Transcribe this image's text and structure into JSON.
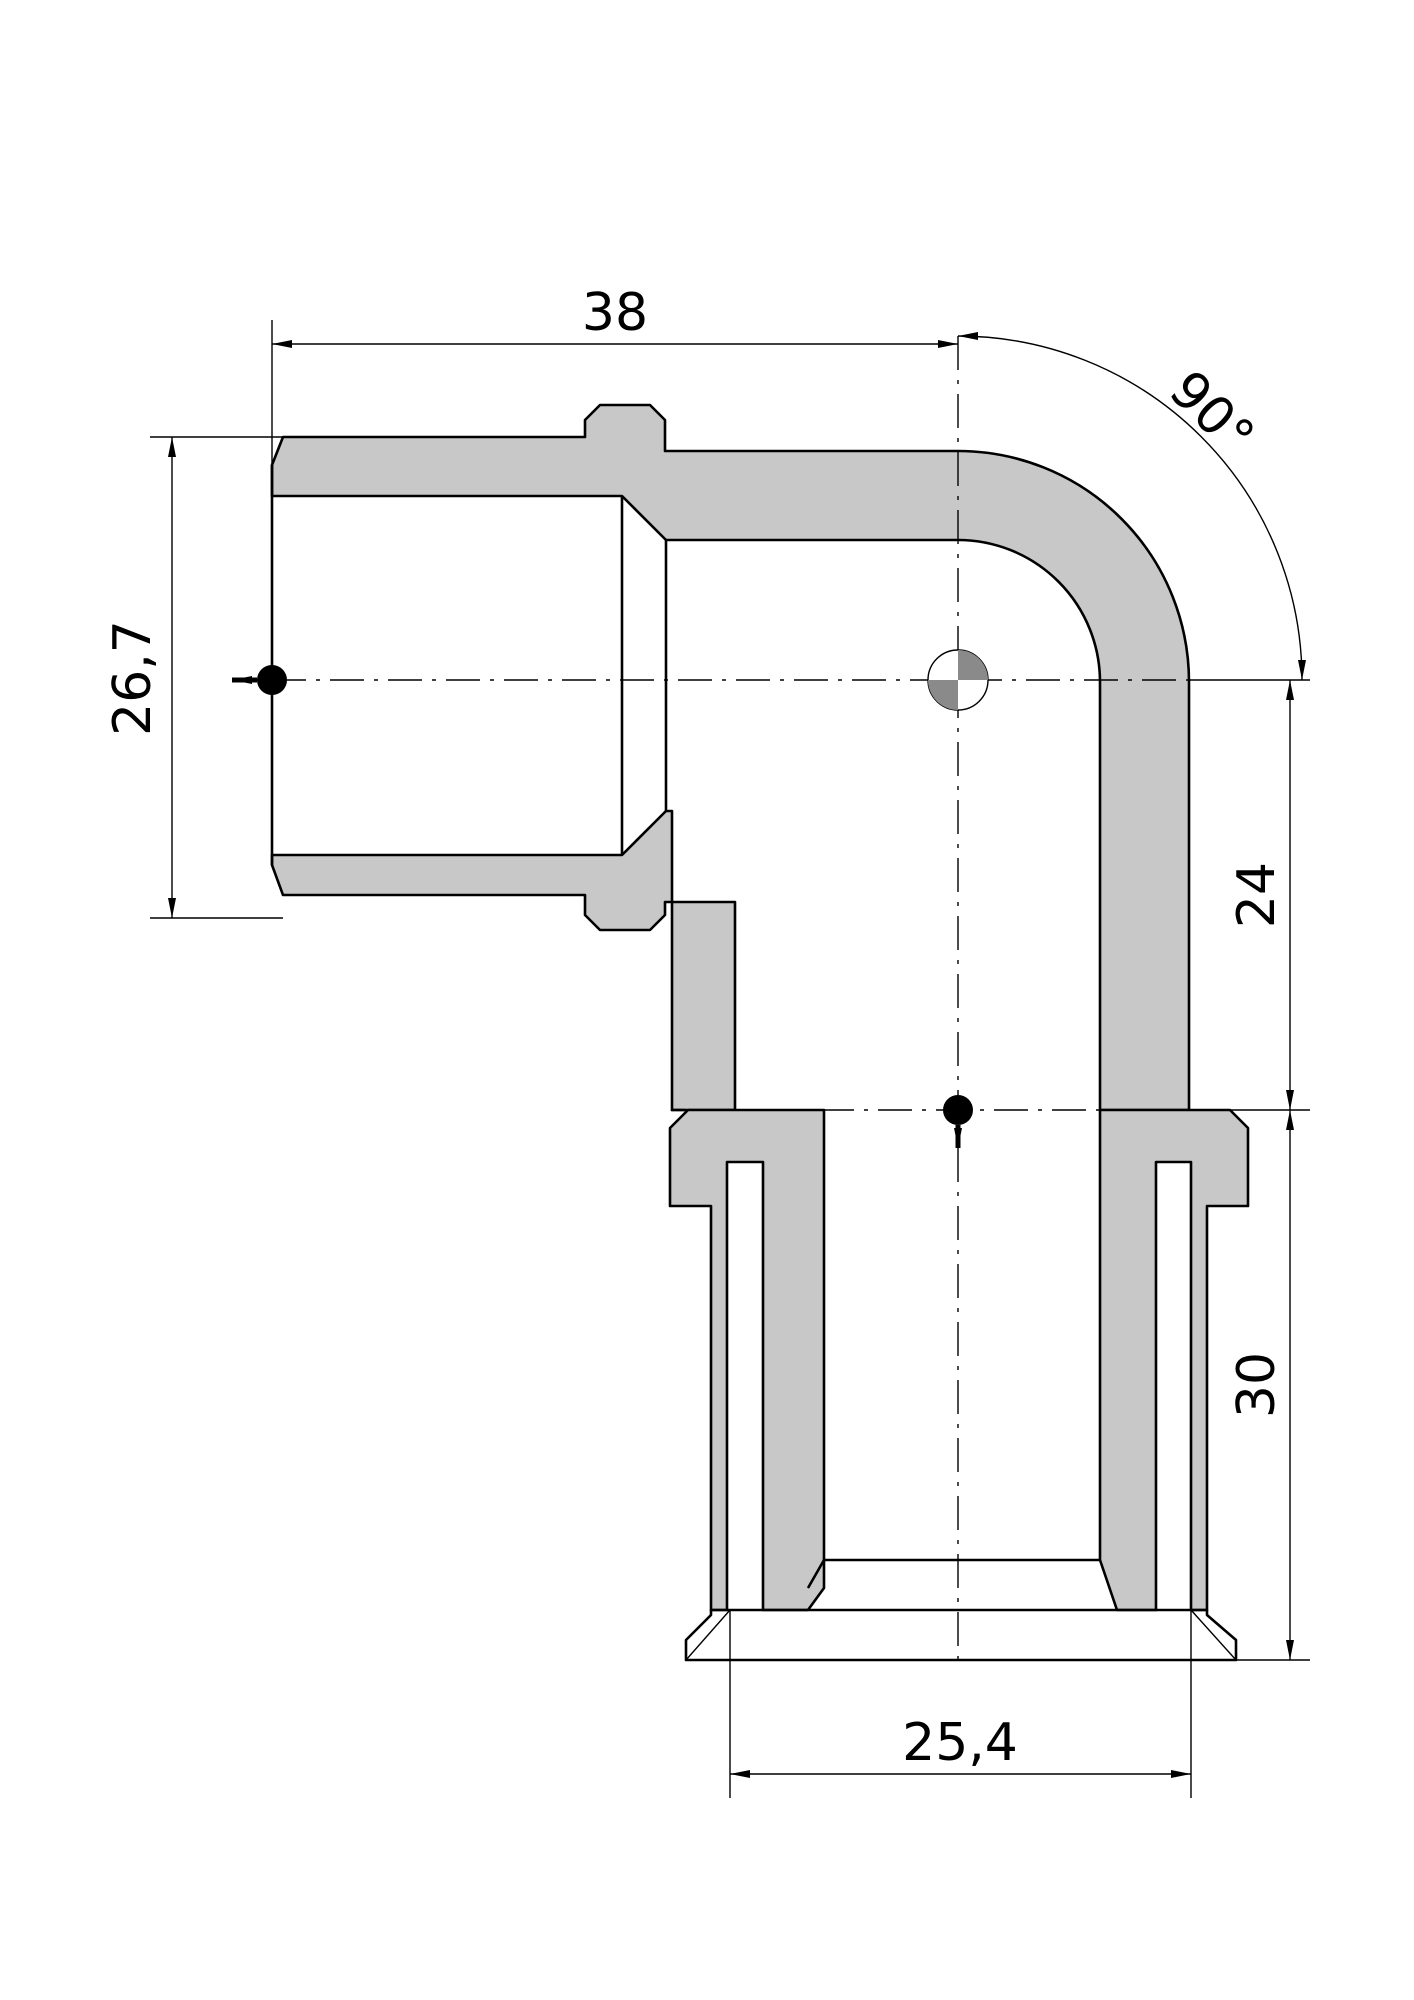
{
  "drawing": {
    "colors": {
      "body_fill": "#c8c8c8",
      "line": "#000000",
      "background": "#ffffff"
    },
    "dimensions": {
      "overall_width": "38",
      "angle": "90°",
      "top_inlet_diameter": "26,7",
      "center_to_collar": "24",
      "bottom_length": "30",
      "bottom_width": "25,4"
    }
  }
}
